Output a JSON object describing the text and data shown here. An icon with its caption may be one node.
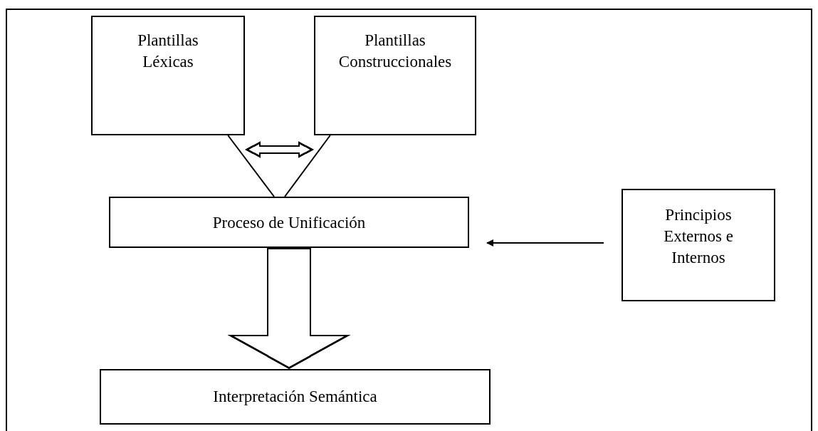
{
  "diagram": {
    "nodes": [
      {
        "text": [
          "Plantillas Léxicas"
        ]
      },
      {
        "text": [
          "Plantillas Construccionales"
        ]
      },
      {
        "text": [
          "Proceso de Unificación"
        ]
      },
      {
        "text": [
          "Principios Externos e Internos"
        ]
      },
      {
        "text": [
          "Interpretación Semántica"
        ]
      }
    ],
    "edges": [
      {
        "from": 0,
        "to": 1,
        "arrow": "both",
        "style": "thick"
      },
      {
        "from": 0,
        "to": 2,
        "arrow": "none"
      },
      {
        "from": 1,
        "to": 2,
        "arrow": "none"
      },
      {
        "from": 3,
        "to": 2,
        "arrow": "to"
      },
      {
        "from": 2,
        "to": 4,
        "arrow": "to",
        "style": "thick"
      }
    ]
  }
}
